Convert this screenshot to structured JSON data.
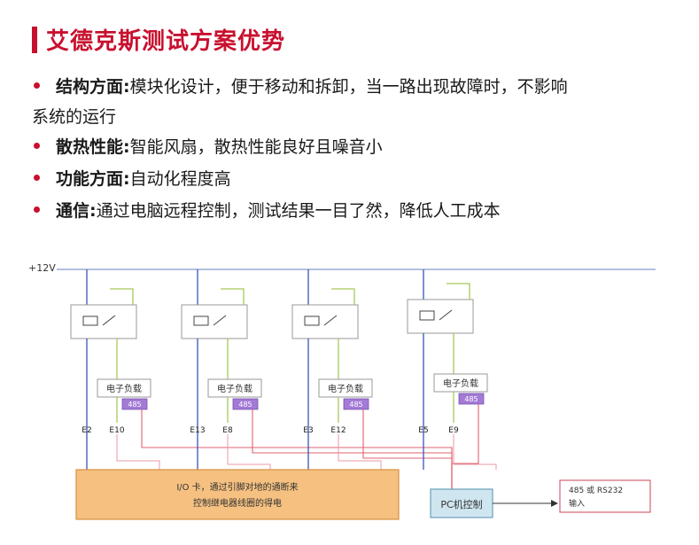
{
  "title": "艾德克斯测试方案优势",
  "bullets": [
    {
      "label": "结构方面:",
      "text": "模块化设计，便于移动和拆卸，当一路出现故障时，不影响",
      "cont": "系统的运行"
    },
    {
      "label": "散热性能:",
      "text": "智能风扇，散热性能良好且噪音小"
    },
    {
      "label": "功能方面:",
      "text": "自动化程度高"
    },
    {
      "label": "通信:",
      "text": "通过电脑远程控制，测试结果一目了然，降低人工成本"
    }
  ],
  "diagram": {
    "supply": "+12V",
    "load_label": "电子负载",
    "comm_tag": "485",
    "channels": [
      {
        "left_pin": "E2",
        "right_pin": "E10"
      },
      {
        "left_pin": "E13",
        "right_pin": "E8"
      },
      {
        "left_pin": "E3",
        "right_pin": "E12"
      },
      {
        "left_pin": "E5",
        "right_pin": "E9"
      }
    ],
    "io_card": {
      "line1": "I/O 卡，通过引脚对地的通断来",
      "line2": "控制继电器线圈的得电"
    },
    "pc": "PC机控制",
    "comm": {
      "line1": "485 或 RS232",
      "line2": "输入"
    }
  }
}
